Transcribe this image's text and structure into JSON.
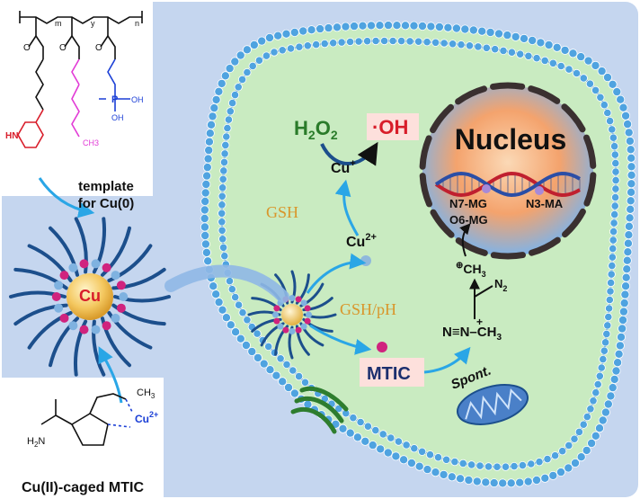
{
  "colors": {
    "panel_bg": "#c5d6ef",
    "cytoplasm": "#c9ebc1",
    "membrane_head": "#4fa3e0",
    "membrane_tail": "#2f78b8",
    "polymer_blue": "#1c4f8c",
    "bead_pink": "#d0237e",
    "bead_blue": "#7fb2e0",
    "gsh_orange": "#d9962b",
    "dna_red": "#c0202f",
    "dna_blue": "#2b4ea6",
    "polymer_red": "#d81d2a",
    "polymer_magenta": "#e23bd6",
    "polymer_blue_text": "#1b3fd6"
  },
  "labels": {
    "h2o2": "H2O2",
    "oh_radical": "·OH",
    "cu_plus": "Cu+",
    "gsh_left": "GSH",
    "cu_2plus": "Cu2+",
    "gsh_ph": "GSH/pH",
    "mtic": "MTIC",
    "spont": "Spont.",
    "nucleus": "Nucleus",
    "n7mg": "N7-MG",
    "n3ma": "N3-MA",
    "o6mg": "O6-MG",
    "ch3_plus": "CH3",
    "n2": "N2",
    "diazonium": "N≡N–CH3",
    "template_line1": "template",
    "template_line2": "for Cu(0)",
    "cu_core": "Cu",
    "caged_title": "Cu(II)-caged MTIC",
    "poly_m": "m",
    "poly_y": "y",
    "poly_n": "n",
    "ch3_small": "CH3",
    "h2n": "H2N",
    "cu2_caged": "Cu2+",
    "oh_top": "OH",
    "oh_bottom": "OH",
    "p_label": "P",
    "o_label": "O",
    "hn_label": "HN"
  }
}
